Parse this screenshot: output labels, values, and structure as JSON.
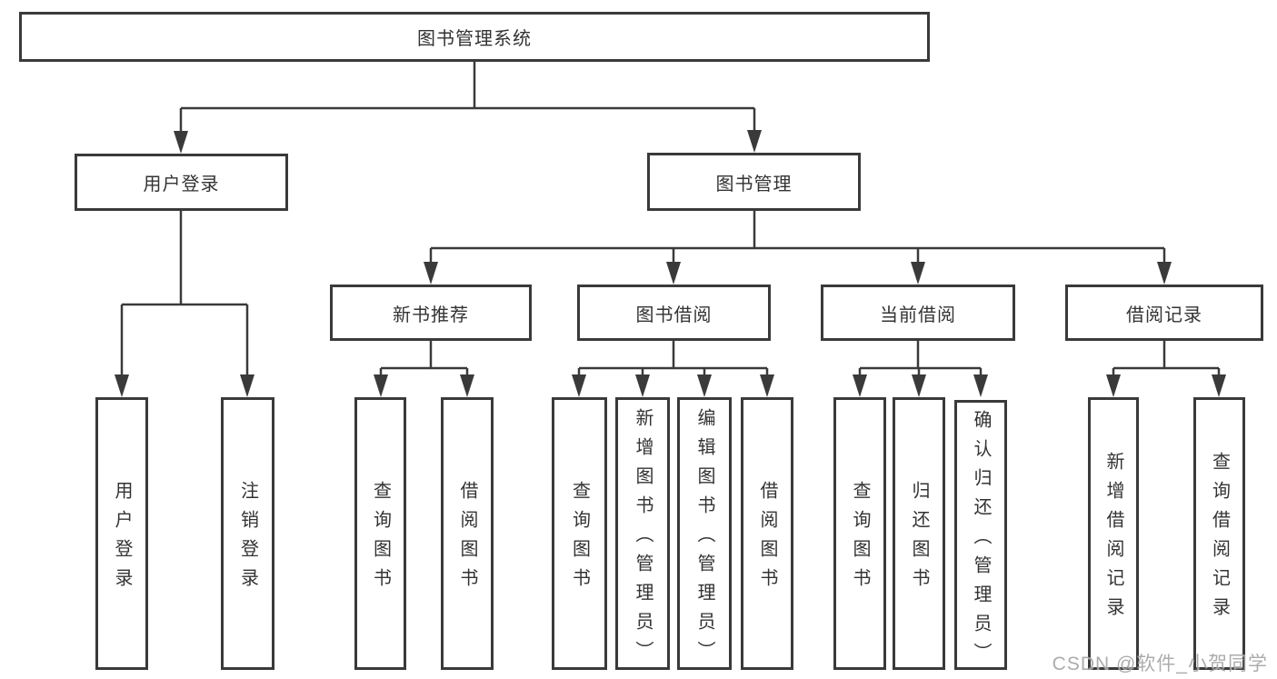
{
  "diagram": {
    "root": {
      "label": "图书管理系统"
    },
    "branches": [
      {
        "label": "用户登录",
        "children": [
          "用户登录",
          "注销登录"
        ]
      },
      {
        "label": "图书管理",
        "children": [
          {
            "label": "新书推荐",
            "children": [
              "查询图书",
              "借阅图书"
            ]
          },
          {
            "label": "图书借阅",
            "children": [
              "查询图书",
              "新增图书（管理员）",
              "编辑图书（管理员）",
              "借阅图书"
            ]
          },
          {
            "label": "当前借阅",
            "children": [
              "查询图书",
              "归还图书",
              "确认归还（管理员）"
            ]
          },
          {
            "label": "借阅记录",
            "children": [
              "新增借阅记录",
              "查询借阅记录"
            ]
          }
        ]
      }
    ],
    "line_color": "#3a3a3a",
    "background_color": "#ffffff"
  },
  "watermark": "CSDN @软件_小贺同学"
}
